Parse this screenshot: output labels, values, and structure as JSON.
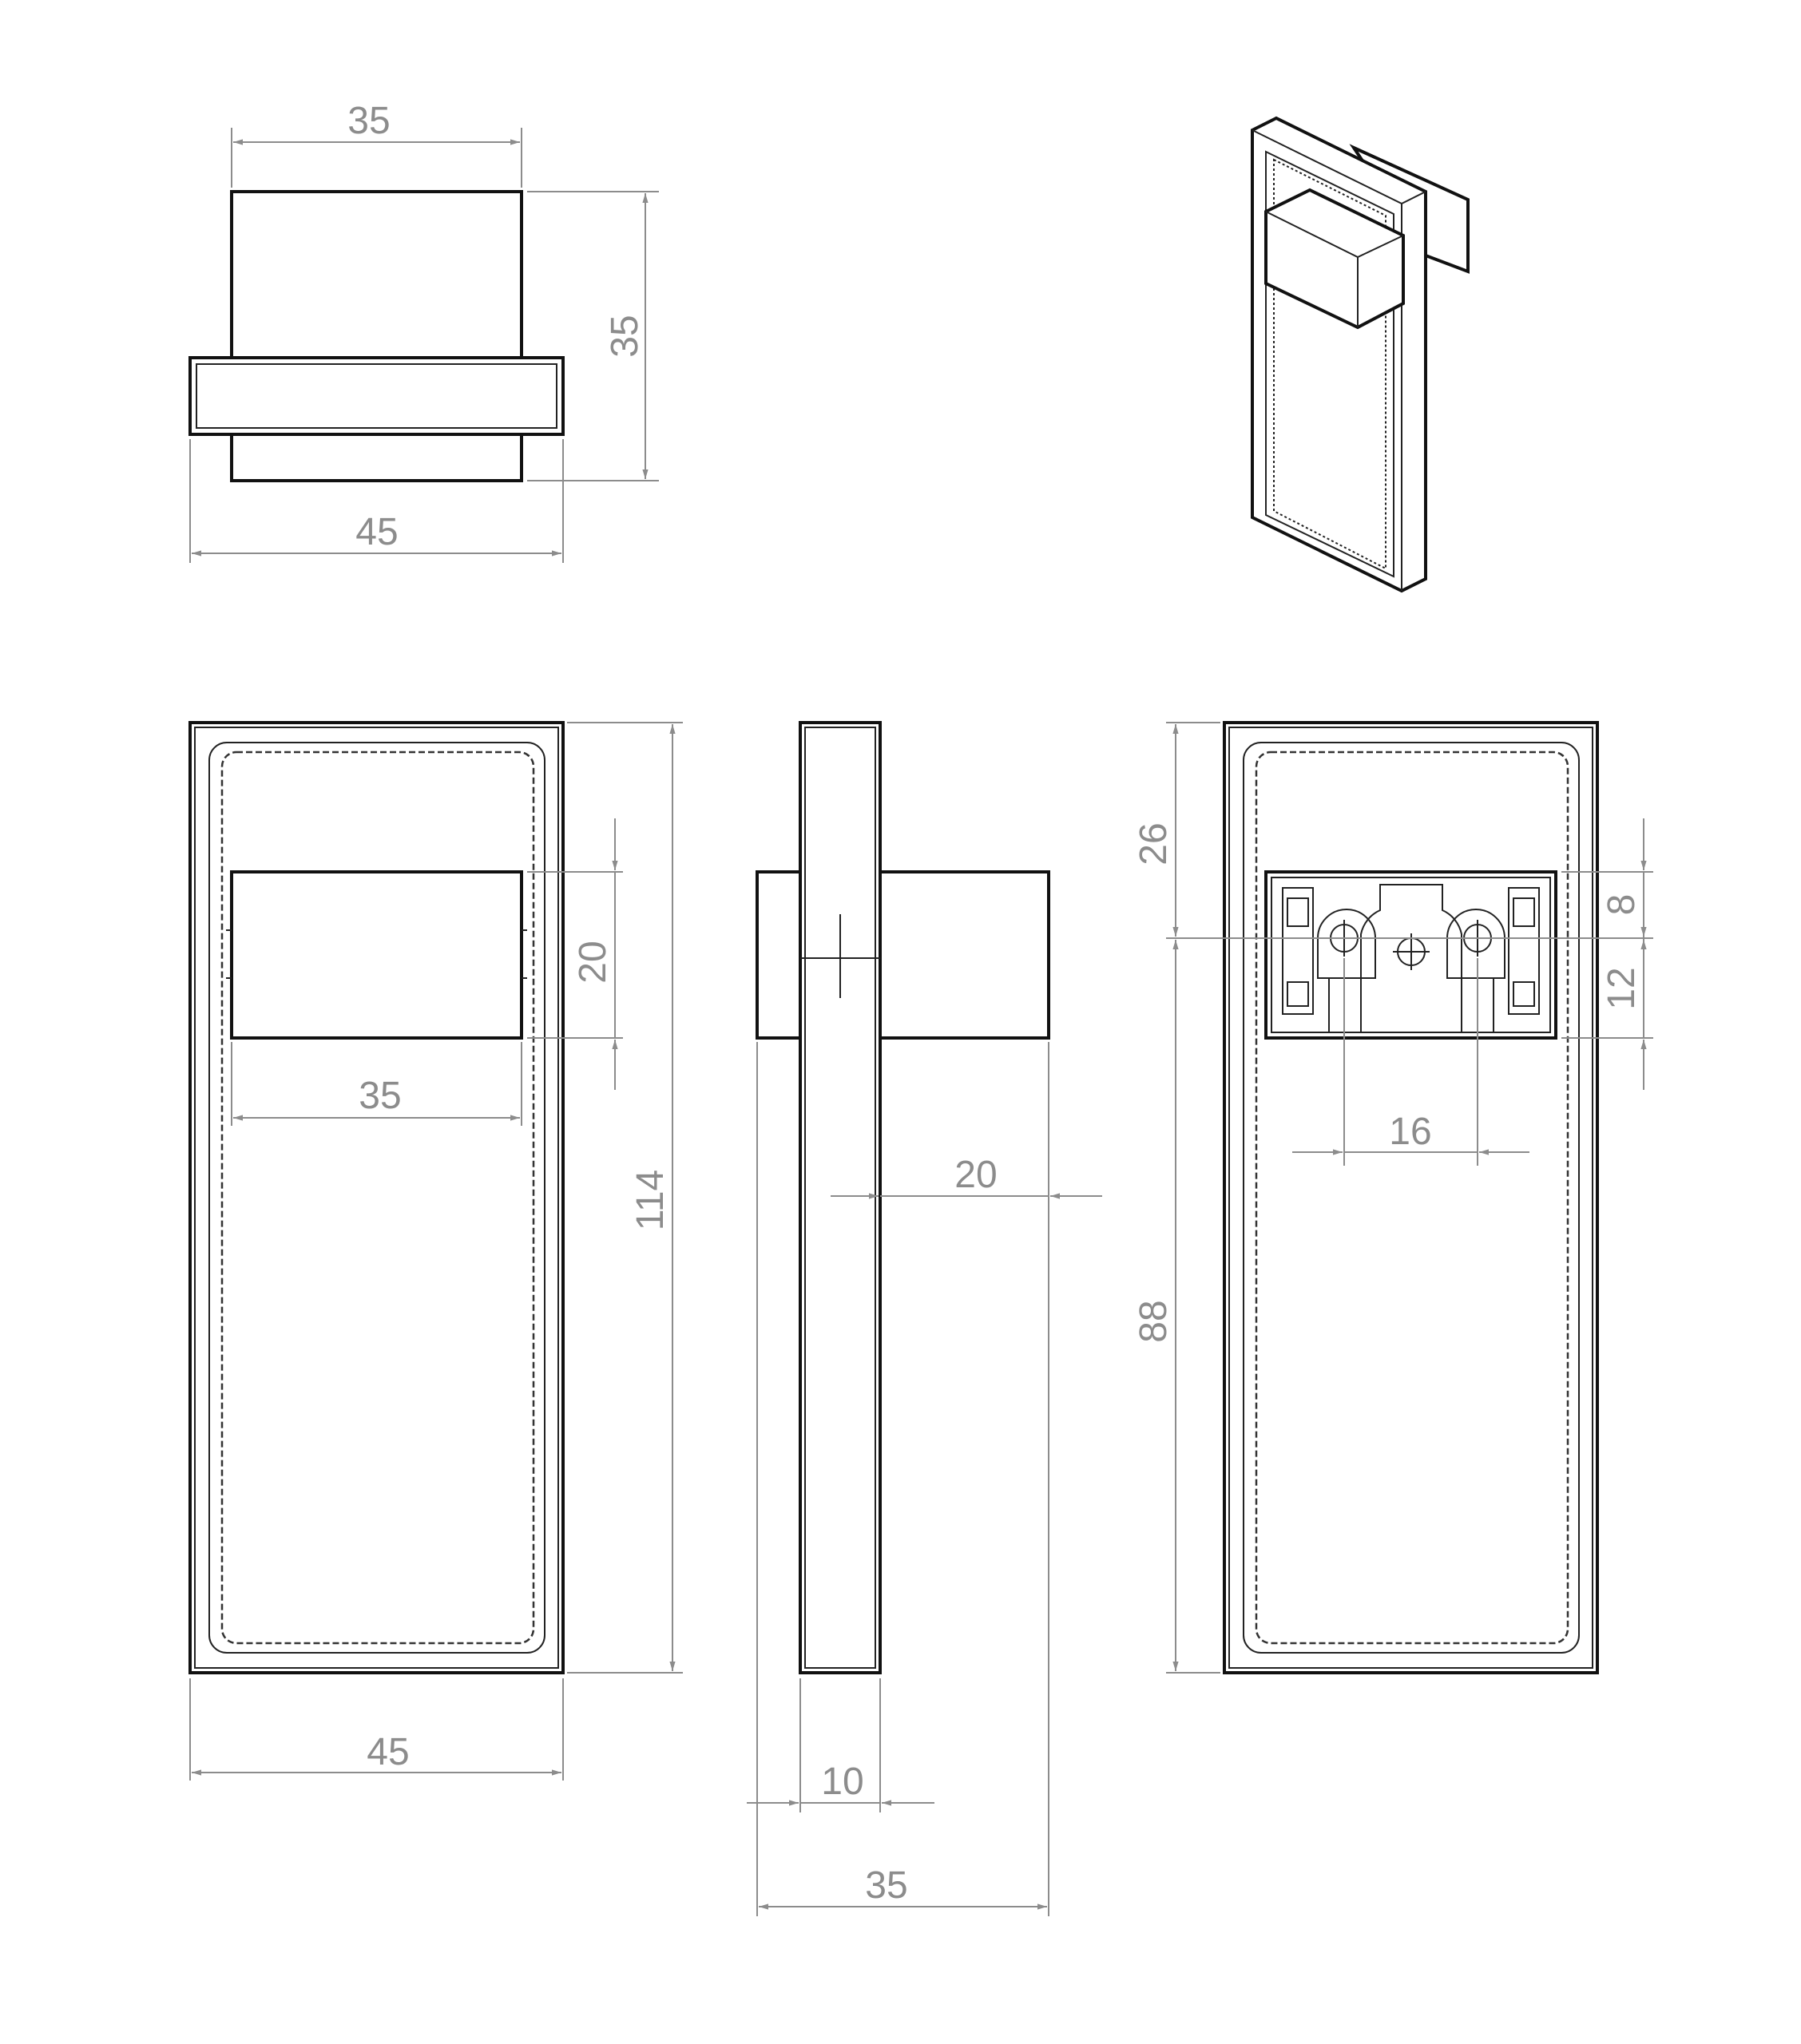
{
  "drawing": {
    "dimensions": {
      "top_width": "35",
      "top_height": "35",
      "top_flange_width": "45",
      "front_insert_height": "20",
      "front_insert_width": "35",
      "front_total_height": "114",
      "front_total_width": "45",
      "side_insert_depth": "20",
      "side_plate_thickness": "10",
      "side_total_depth": "35",
      "back_top_offset": "26",
      "back_bottom_length": "88",
      "back_hole_offset": "8",
      "back_hole_lower": "12",
      "back_hole_spacing": "16"
    }
  }
}
